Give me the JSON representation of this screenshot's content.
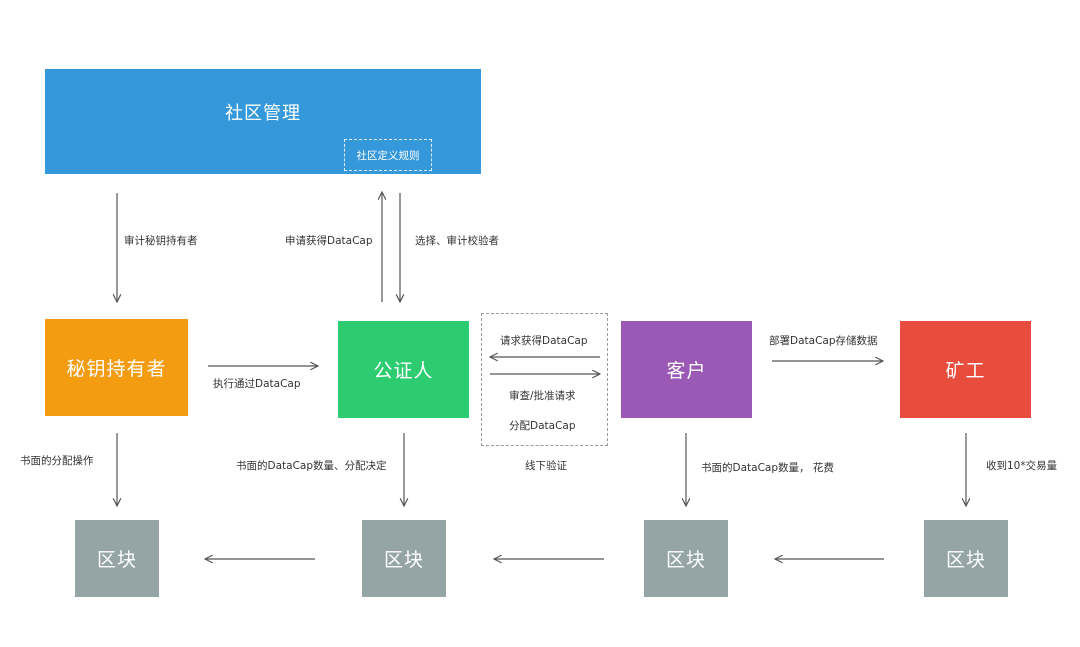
{
  "nodes": {
    "community": "社区管理",
    "community_rule": "社区定义规则",
    "keyholder": "秘钥持有者",
    "notary": "公证人",
    "client": "客户",
    "miner": "矿工",
    "block": "区块"
  },
  "edges": {
    "audit_keyholder": "审计秘钥持有者",
    "apply_datacap": "申请获得DataCap",
    "select_audit_verifier": "选择、审计校验者",
    "execute_via_datacap": "执行通过DataCap",
    "request_datacap": "请求获得DataCap",
    "review_approve": "审查/批准请求",
    "allocate_datacap": "分配DataCap",
    "offline_verification": "线下验证",
    "deploy_datacap_storage": "部署DataCap存储数据",
    "written_allocation": "书面的分配操作",
    "written_datacap_decision": "书面的DataCap数量、分配决定",
    "written_datacap_spend": "书面的DataCap数量， 花费",
    "receive_10x_volume": "收到10*交易量"
  },
  "colors": {
    "community": "#3498db",
    "keyholder": "#f39c12",
    "notary": "#2ecc71",
    "client": "#9b59b6",
    "miner": "#e74c3c",
    "block": "#95a5a6",
    "arrow": "#555555"
  }
}
